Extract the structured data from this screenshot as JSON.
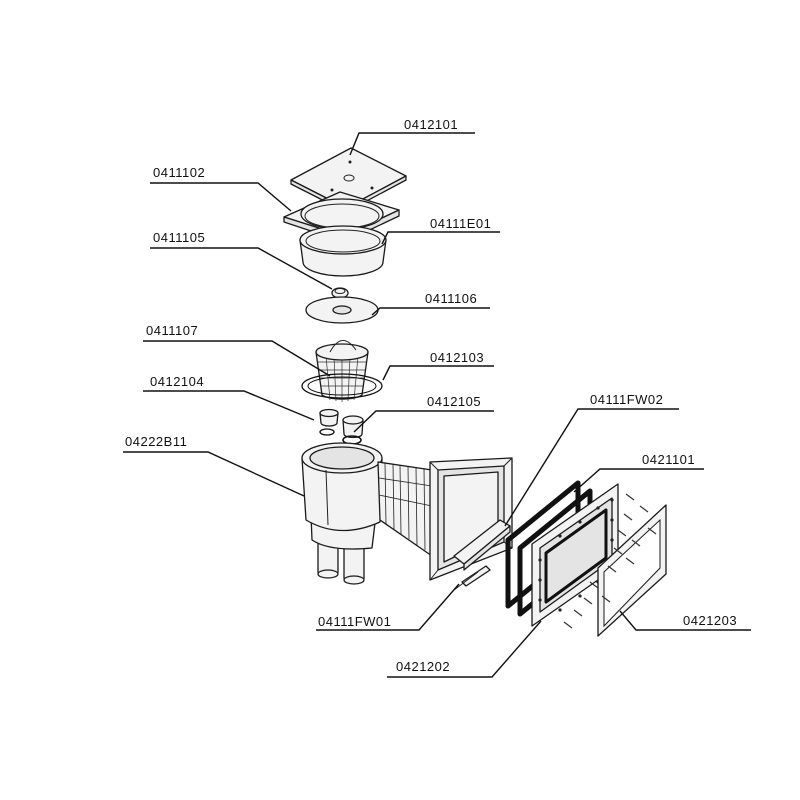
{
  "labels": {
    "p0412101": "0412101",
    "p0411102": "0411102",
    "p04111E01": "04111E01",
    "p0411105": "0411105",
    "p0411106": "0411106",
    "p0411107": "0411107",
    "p0412103": "0412103",
    "p0412104": "0412104",
    "p0412105": "0412105",
    "p04222B11": "04222B11",
    "p04111FW02": "04111FW02",
    "p0421101": "0421101",
    "p04111FW01": "04111FW01",
    "p0421203": "0421203",
    "p0421202": "0421202"
  }
}
